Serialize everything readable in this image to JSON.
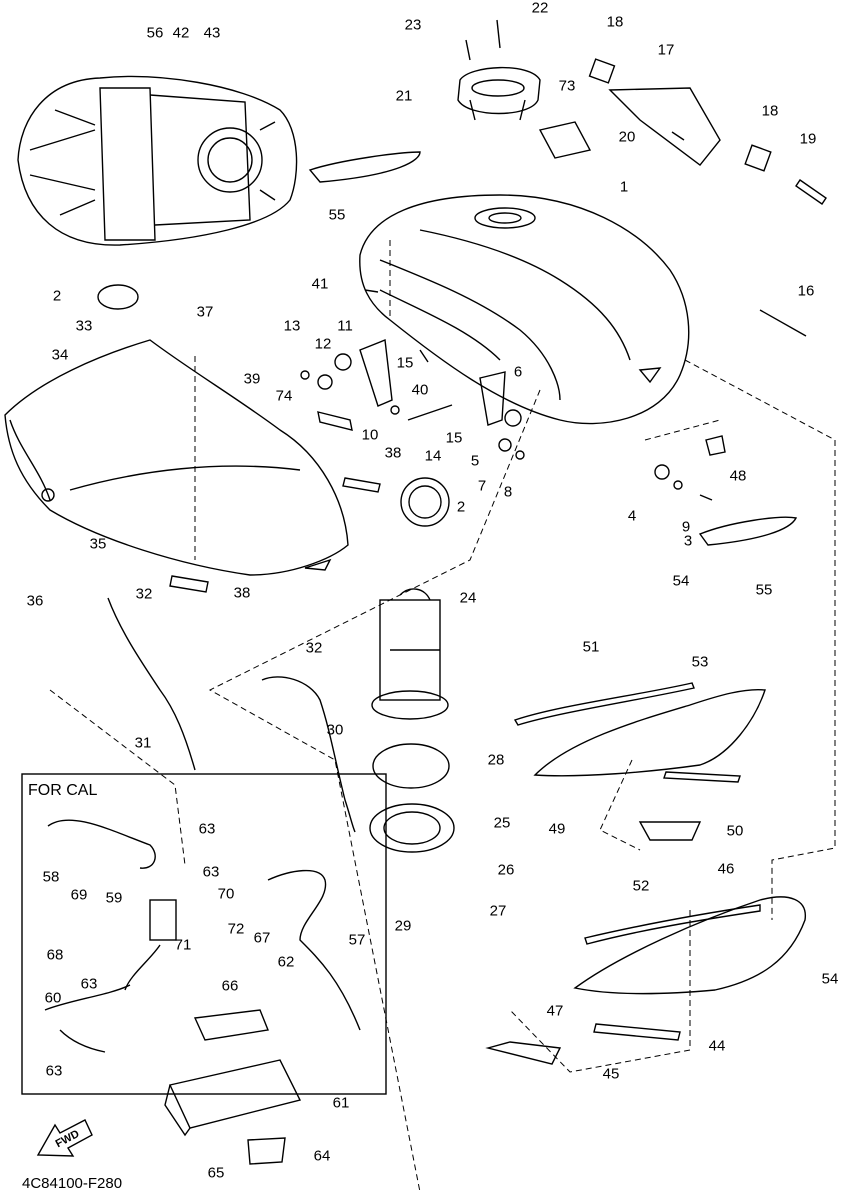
{
  "diagram": {
    "code": "4C84100-F280",
    "cal_group_label": "FOR CAL",
    "fwd_label": "FWD",
    "callouts": [
      "1",
      "2",
      "2",
      "3",
      "4",
      "5",
      "6",
      "7",
      "8",
      "9",
      "10",
      "11",
      "12",
      "13",
      "14",
      "15",
      "15",
      "16",
      "17",
      "18",
      "18",
      "19",
      "20",
      "21",
      "22",
      "23",
      "24",
      "25",
      "26",
      "27",
      "28",
      "29",
      "30",
      "31",
      "32",
      "32",
      "33",
      "34",
      "35",
      "36",
      "37",
      "38",
      "38",
      "39",
      "40",
      "41",
      "42",
      "43",
      "44",
      "45",
      "46",
      "47",
      "48",
      "49",
      "50",
      "51",
      "52",
      "53",
      "54",
      "54",
      "55",
      "55",
      "56",
      "57",
      "58",
      "59",
      "60",
      "61",
      "62",
      "63",
      "63",
      "63",
      "63",
      "64",
      "65",
      "66",
      "67",
      "68",
      "69",
      "70",
      "71",
      "72",
      "73",
      "74"
    ]
  }
}
